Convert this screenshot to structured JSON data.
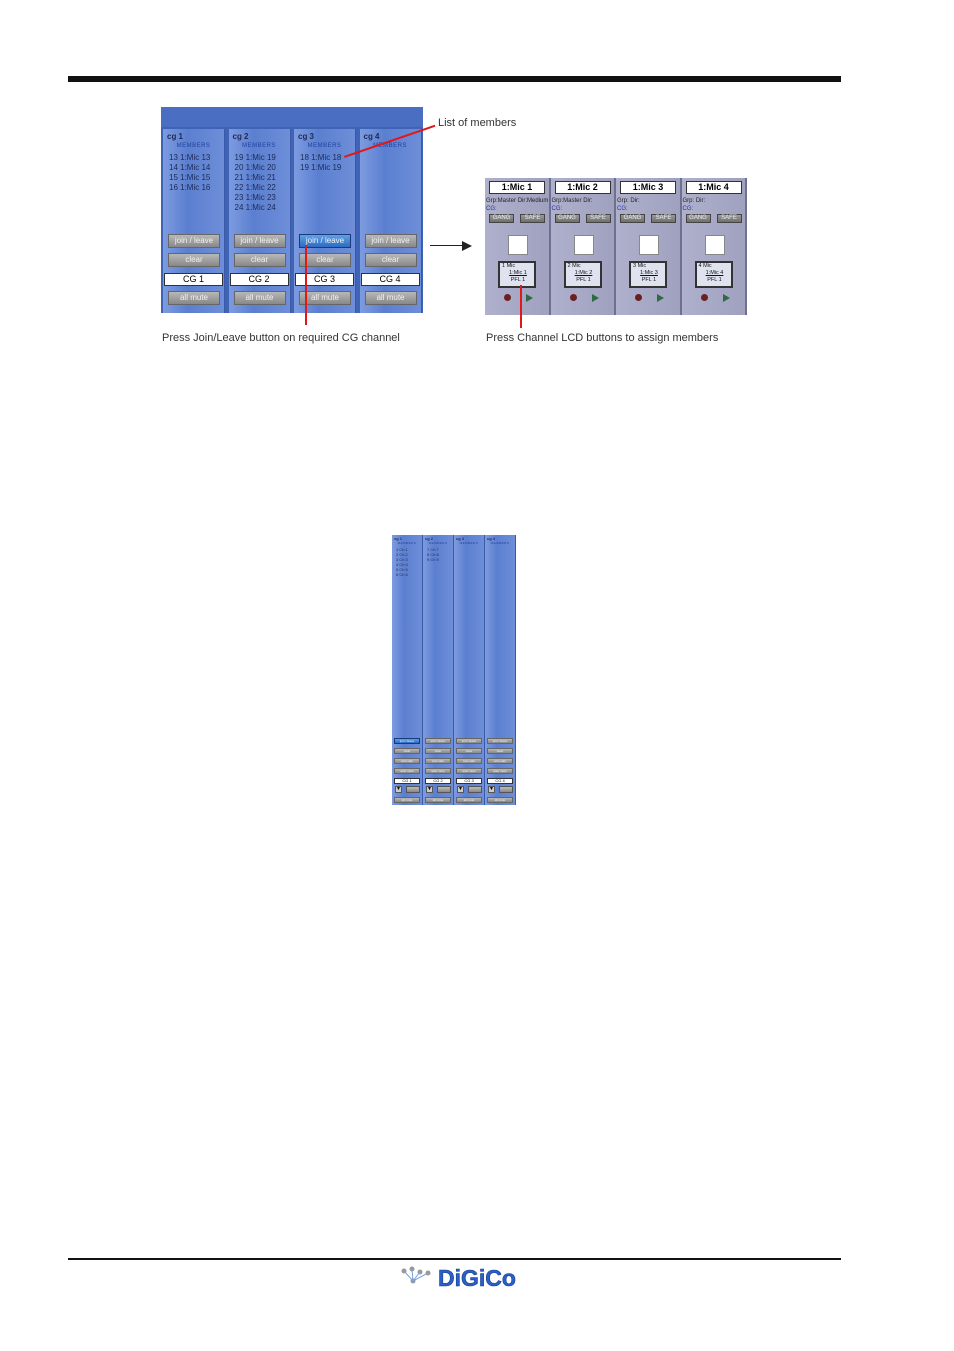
{
  "figure1": {
    "caption_members": "List of members",
    "caption_join": "Press Join/Leave button on required CG channel",
    "members_label": "MEMBERS",
    "strips": [
      {
        "name": "cg 1",
        "members": [
          "13 1:Mic 13",
          "14 1:Mic 14",
          "15 1:Mic 15",
          "16 1:Mic 16"
        ],
        "join": "join / leave",
        "clear": "clear",
        "cg": "CG 1",
        "mute": "all mute",
        "active": false
      },
      {
        "name": "cg 2",
        "members": [
          "19 1:Mic 19",
          "20 1:Mic 20",
          "21 1:Mic 21",
          "22 1:Mic 22",
          "23 1:Mic 23",
          "24 1:Mic 24"
        ],
        "join": "join / leave",
        "clear": "clear",
        "cg": "CG 2",
        "mute": "all mute",
        "active": false
      },
      {
        "name": "cg 3",
        "members": [
          "18 1:Mic 18",
          "19 1:Mic 19"
        ],
        "join": "join / leave",
        "clear": "clear",
        "cg": "CG 3",
        "mute": "all mute",
        "active": true
      },
      {
        "name": "cg 4",
        "members": [],
        "join": "join / leave",
        "clear": "clear",
        "cg": "CG 4",
        "mute": "all mute",
        "active": false
      }
    ]
  },
  "figure2": {
    "caption": "Press Channel LCD buttons to assign members",
    "gang": "GANG",
    "safe": "SAFE",
    "channels": [
      {
        "name": "1:Mic 1",
        "grp": "Grp:Master",
        "dir": "Dir:Medium",
        "cg": "CG:",
        "lcd_num": "1 Mic",
        "lcd_name": "1:Mic 1",
        "lcd_pfl": "PFL 1"
      },
      {
        "name": "1:Mic 2",
        "grp": "Grp:Master",
        "dir": "Dir:",
        "cg": "CG:",
        "lcd_num": "2 Mic",
        "lcd_name": "1:Mic 2",
        "lcd_pfl": "PFL 1"
      },
      {
        "name": "1:Mic 3",
        "grp": "Grp:",
        "dir": "Dir:",
        "cg": "CG:",
        "lcd_num": "3 Mic",
        "lcd_name": "1:Mic 3",
        "lcd_pfl": "PFL 1"
      },
      {
        "name": "1:Mic 4",
        "grp": "Grp:",
        "dir": "Dir:",
        "cg": "CG:",
        "lcd_num": "4 Mic",
        "lcd_name": "1:Mic 4",
        "lcd_pfl": "PFL 1"
      }
    ]
  },
  "figure3": {
    "members_label": "MEMBERS",
    "strips": [
      {
        "name": "cg 1",
        "members": [
          "1 Ch 1",
          "2 Ch 2",
          "3 Ch 3",
          "4 Ch 4",
          "5 Ch 5",
          "6 Ch 6"
        ],
        "buttons": [
          "join / leave",
          "clear",
          "solo safe",
          "auto mute"
        ],
        "cg": "CG 1",
        "mute": "all mute",
        "active": true
      },
      {
        "name": "cg 2",
        "members": [
          "7 Ch 7",
          "8 Ch 8",
          "9 Ch 9"
        ],
        "buttons": [
          "join / leave",
          "clear",
          "solo safe",
          "auto mute"
        ],
        "cg": "CG 2",
        "mute": "all mute",
        "active": false
      },
      {
        "name": "cg 3",
        "members": [],
        "buttons": [
          "join / leave",
          "clear",
          "solo safe",
          "auto mute"
        ],
        "cg": "CG 3",
        "mute": "all mute",
        "active": false
      },
      {
        "name": "cg 4",
        "members": [],
        "buttons": [
          "join / leave",
          "clear",
          "solo safe",
          "auto mute"
        ],
        "cg": "CG 4",
        "mute": "all mute",
        "active": false
      }
    ]
  },
  "footer": {
    "logo_text": "DiGiCo",
    "logo_color": "#2a5fc8"
  }
}
